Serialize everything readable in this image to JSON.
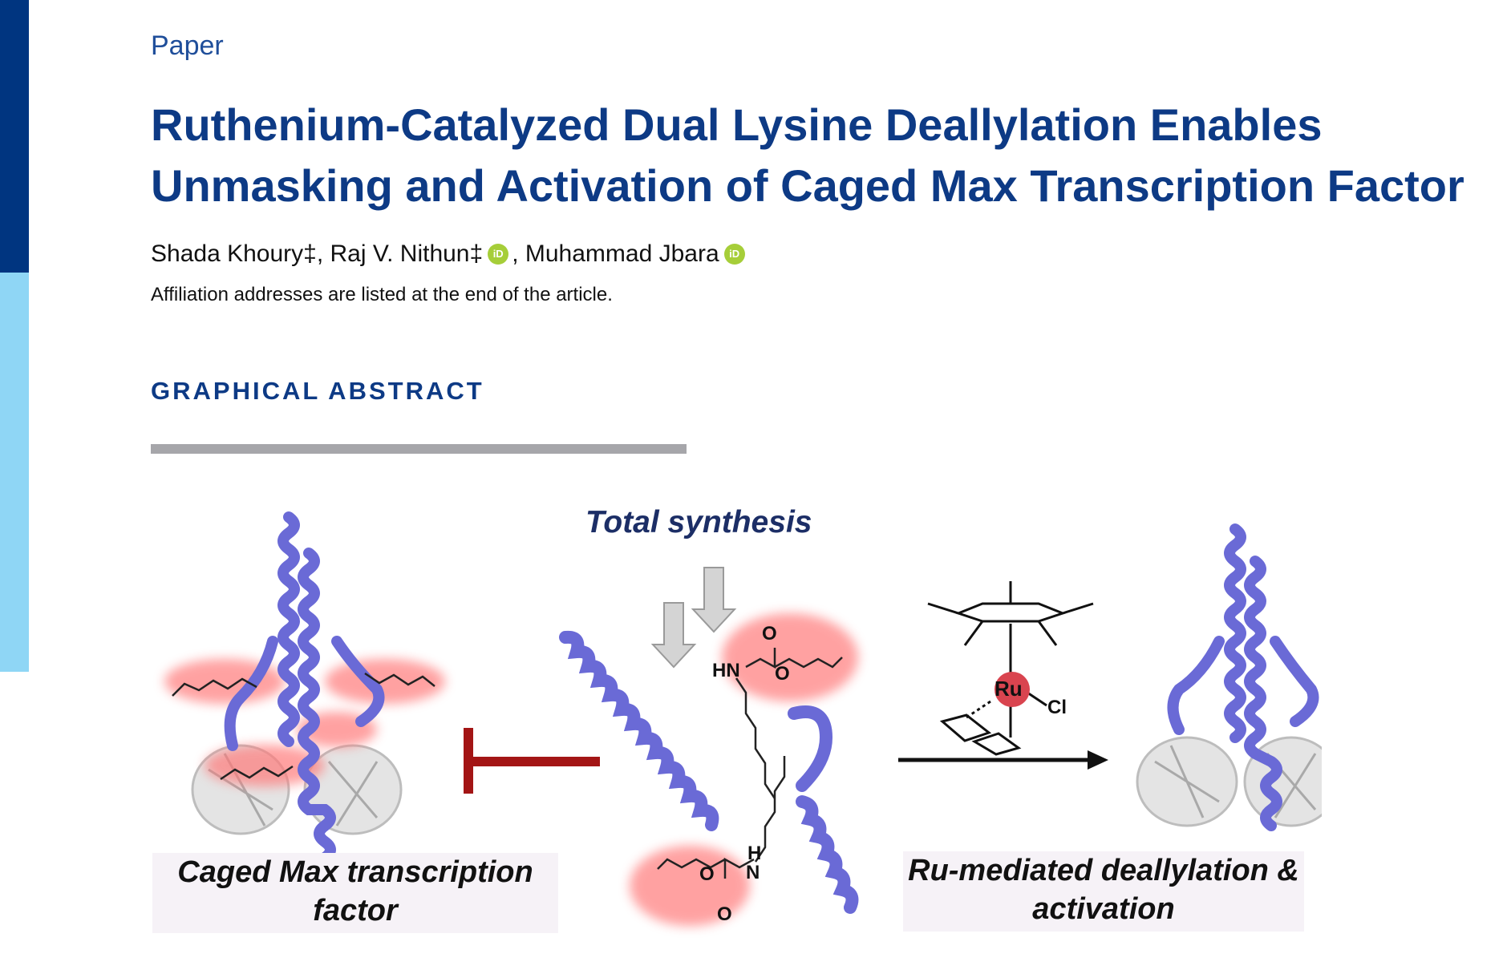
{
  "header": {
    "section_label": "Paper"
  },
  "title": "Ruthenium-Catalyzed Dual Lysine Deallylation Enables Unmasking and Activation of Caged Max Transcription Factor",
  "authors": {
    "a1": "Shada Khoury‡",
    "sep1": ", ",
    "a2": "Raj V. Nithun‡",
    "sep2": ", ",
    "a3": "Muhammad Jbara",
    "orcid_text": "iD"
  },
  "affiliation": "Affiliation addresses are listed at the end of the article.",
  "graphical_abstract": {
    "heading": "GRAPHICAL ABSTRACT",
    "total_synthesis_label": "Total synthesis",
    "left_caption": "Caged Max transcription factor",
    "right_caption": "Ru-mediated deallylation & activation",
    "chem_labels": {
      "hn": "HN",
      "o": "O",
      "nh_h": "H",
      "nh_n": "N",
      "ru": "Ru",
      "cl": "Cl"
    }
  },
  "colors": {
    "accent_dark": "#003580",
    "accent_light": "#8fd6f5",
    "title_blue": "#0d3a85",
    "helix": "#6a6ad6",
    "inhibit_red": "#a31515",
    "orcid_green": "#a6ce39"
  }
}
